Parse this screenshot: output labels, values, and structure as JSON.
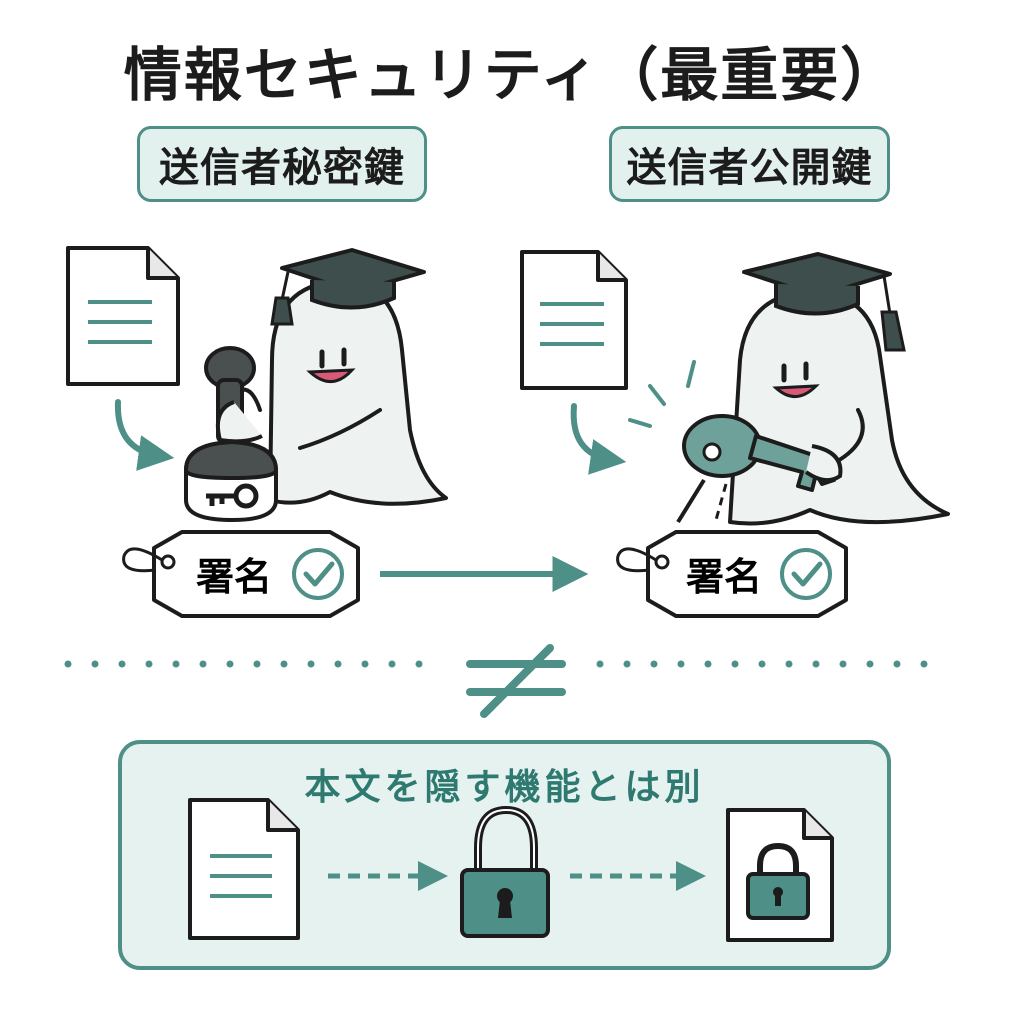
{
  "title": "情報セキュリティ（最重要）",
  "left_panel": {
    "key_label": "送信者秘密鍵",
    "tag_label": "署名"
  },
  "right_panel": {
    "key_label": "送信者公開鍵",
    "tag_label": "署名"
  },
  "bottom_panel": {
    "caption": "本文を隠す機能とは別"
  },
  "colors": {
    "accent": "#4e9088",
    "accent_dark": "#2f7a70",
    "panel_bg": "#e6f2f0",
    "ink": "#1c1c1c"
  },
  "icons": [
    "document-icon",
    "stamp-icon",
    "key-icon",
    "ghost-character",
    "graduation-cap-icon",
    "signature-tag-icon",
    "check-icon",
    "padlock-icon",
    "locked-document-icon",
    "not-equal-icon"
  ]
}
